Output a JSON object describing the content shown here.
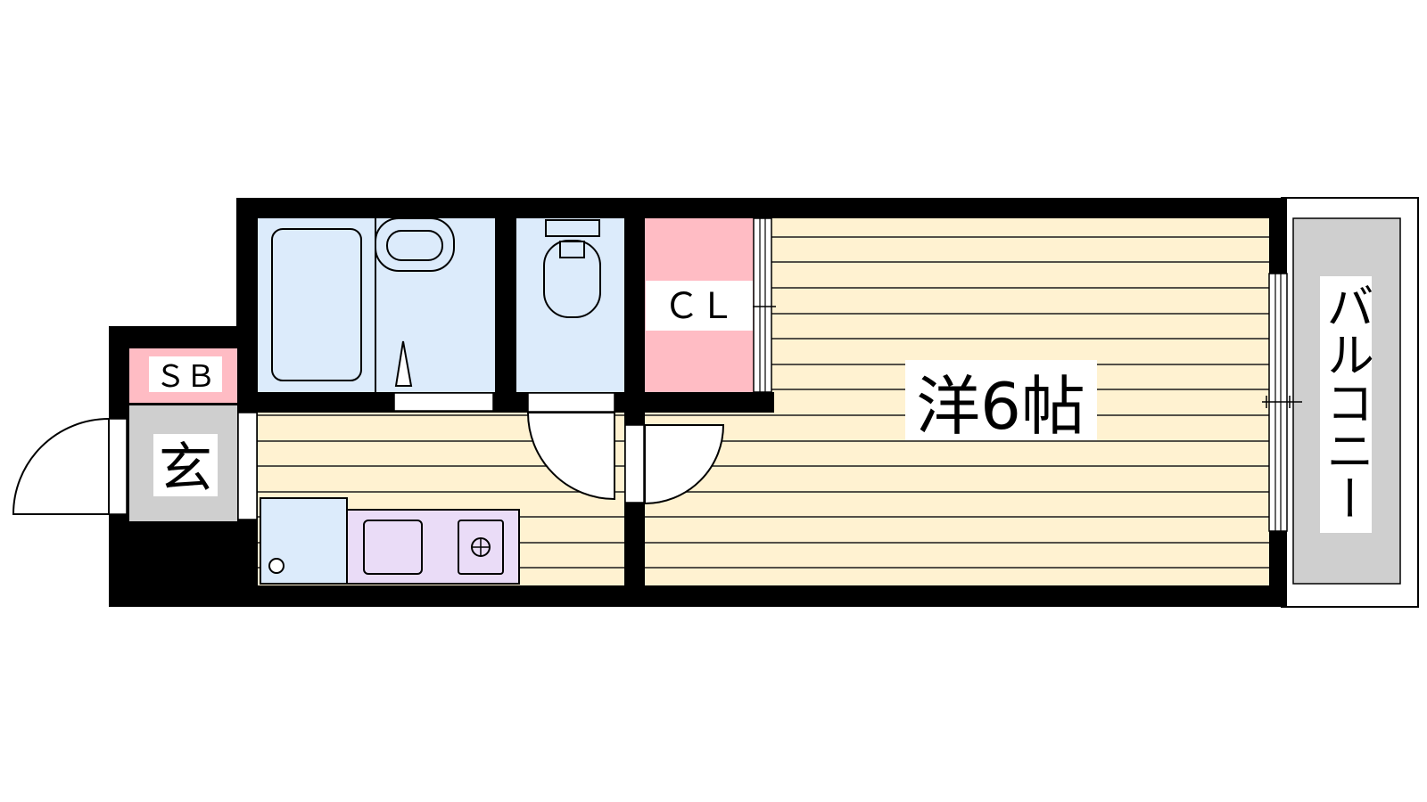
{
  "floor_plan": {
    "rooms": {
      "western_room": {
        "label": "洋6帖"
      },
      "closet": {
        "label": "ＣＬ"
      },
      "shoe_box": {
        "label": "ＳＢ"
      },
      "entrance": {
        "label": "玄"
      },
      "balcony": {
        "label": "バルコニー"
      }
    },
    "colors": {
      "wall": "#000000",
      "flooring": "#fff2d1",
      "flooring_lines": "#1a1a1a",
      "wet_area": "#dcebfb",
      "closet": "#ffbcc4",
      "entrance": "#cfcfcf",
      "balcony": "#cfcfcf",
      "kitchen_counter": "#eadcf7",
      "label_background": "#ffffff"
    }
  }
}
